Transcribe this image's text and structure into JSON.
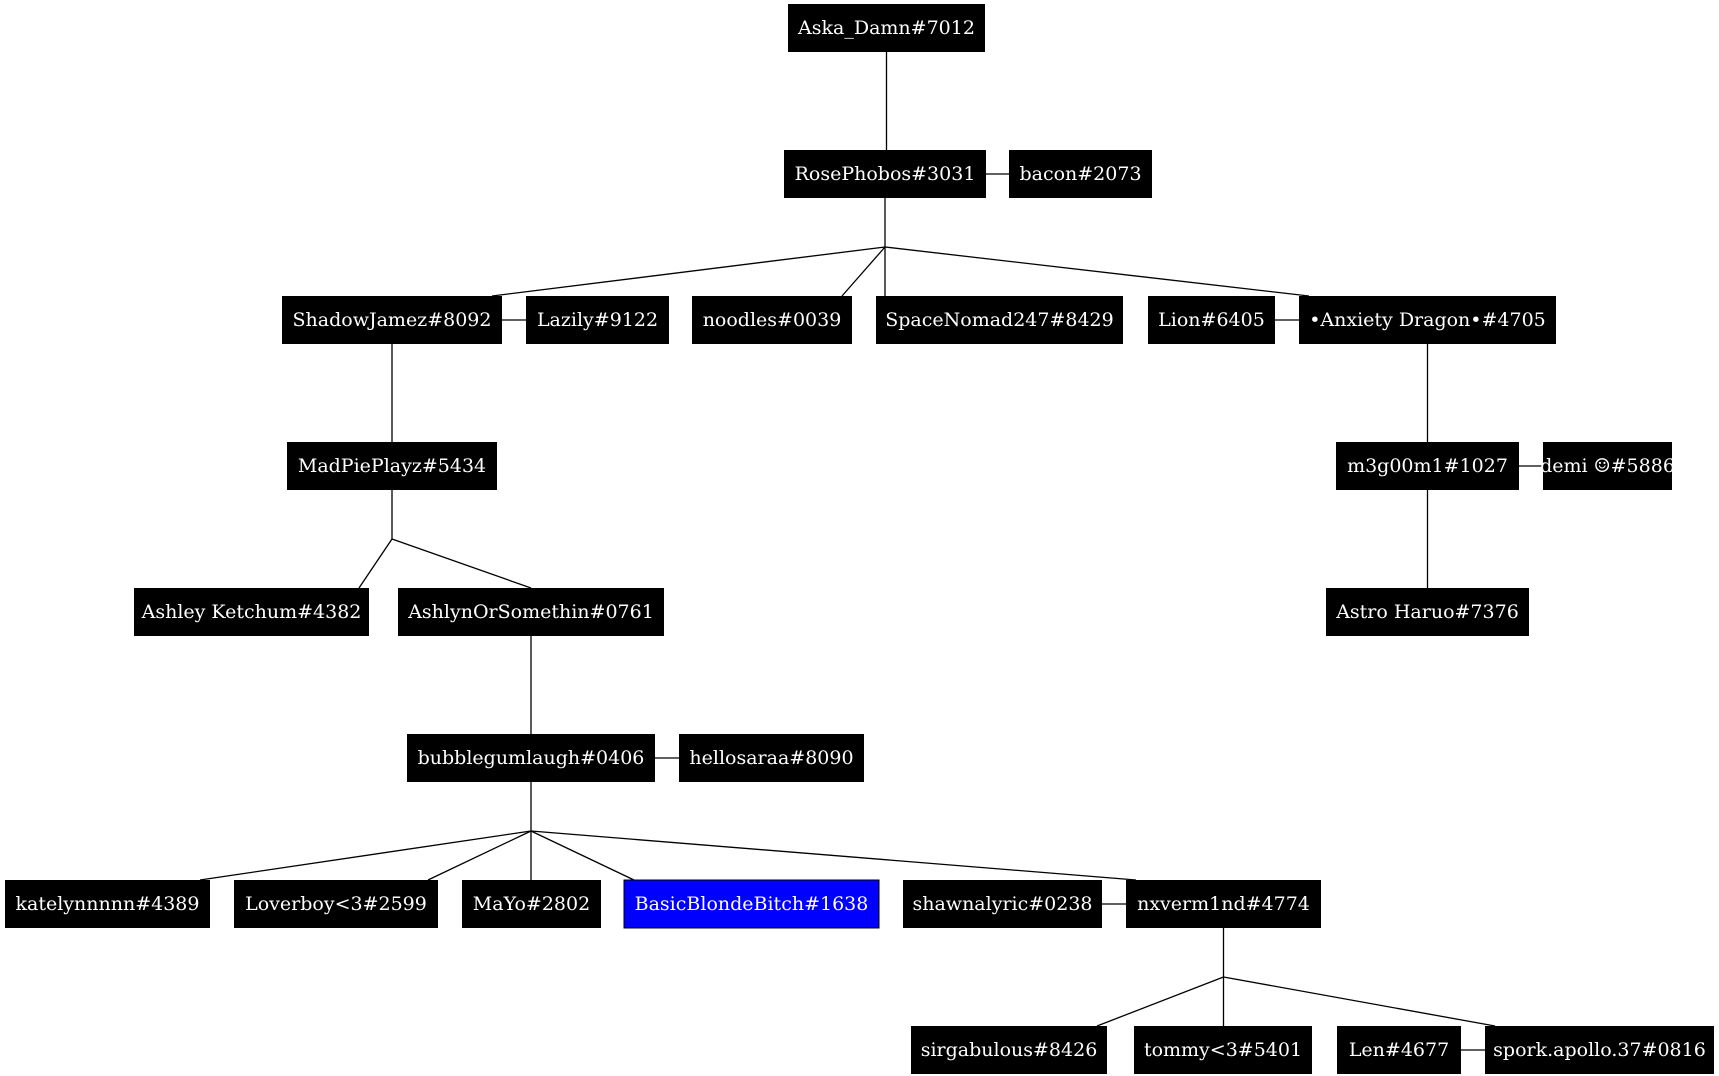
{
  "colors": {
    "background": "#ffffff",
    "node_fill": "#000000",
    "node_text": "#ffffff",
    "highlight_fill": "#0000ff",
    "edge": "#000000"
  },
  "nodes": [
    {
      "id": "aska",
      "label": "Aska_Damn#7012"
    },
    {
      "id": "rose",
      "label": "RosePhobos#3031"
    },
    {
      "id": "bacon",
      "label": "bacon#2073"
    },
    {
      "id": "shadow",
      "label": "ShadowJamez#8092"
    },
    {
      "id": "lazily",
      "label": "Lazily#9122"
    },
    {
      "id": "noodles",
      "label": "noodles#0039"
    },
    {
      "id": "space",
      "label": "SpaceNomad247#8429"
    },
    {
      "id": "lion",
      "label": "Lion#6405"
    },
    {
      "id": "anxiety",
      "label": "•Anxiety Dragon•#4705"
    },
    {
      "id": "madpie",
      "label": "MadPiePlayz#5434"
    },
    {
      "id": "m3g",
      "label": "m3g00m1#1027"
    },
    {
      "id": "demi",
      "label": "demi ☺#5886"
    },
    {
      "id": "ashley",
      "label": "Ashley Ketchum#4382"
    },
    {
      "id": "ashlyn",
      "label": "AshlynOrSomethin#0761"
    },
    {
      "id": "astro",
      "label": "Astro Haruo#7376"
    },
    {
      "id": "bubble",
      "label": "bubblegumlaugh#0406"
    },
    {
      "id": "hello",
      "label": "hellosaraa#8090"
    },
    {
      "id": "kately",
      "label": "katelynnnnn#4389"
    },
    {
      "id": "lover",
      "label": "Loverboy<3#2599"
    },
    {
      "id": "mayo",
      "label": "MaYo#2802"
    },
    {
      "id": "basic",
      "label": "BasicBlondeBitch#1638",
      "highlight": true
    },
    {
      "id": "shawn",
      "label": "shawnalyric#0238"
    },
    {
      "id": "nxverm",
      "label": "nxverm1nd#4774"
    },
    {
      "id": "sirg",
      "label": "sirgabulous#8426"
    },
    {
      "id": "tommy",
      "label": "tommy<3#5401"
    },
    {
      "id": "len",
      "label": "Len#4677"
    },
    {
      "id": "spork",
      "label": "spork.apollo.37#0816"
    }
  ],
  "couples": [
    [
      "rose",
      "bacon"
    ],
    [
      "shadow",
      "lazily"
    ],
    [
      "lion",
      "anxiety"
    ],
    [
      "m3g",
      "demi"
    ],
    [
      "bubble",
      "hello"
    ],
    [
      "shawn",
      "nxverm"
    ],
    [
      "len",
      "spork"
    ]
  ],
  "families": [
    {
      "parent": "aska",
      "children": [
        "rose"
      ]
    },
    {
      "parent": "rose",
      "children": [
        "shadow",
        "noodles",
        "space",
        "anxiety"
      ]
    },
    {
      "parent": "shadow",
      "children": [
        "madpie"
      ]
    },
    {
      "parent": "anxiety",
      "children": [
        "m3g"
      ]
    },
    {
      "parent": "madpie",
      "children": [
        "ashley",
        "ashlyn"
      ]
    },
    {
      "parent": "m3g",
      "children": [
        "astro"
      ]
    },
    {
      "parent": "ashlyn",
      "children": [
        "bubble"
      ]
    },
    {
      "parent": "bubble",
      "children": [
        "kately",
        "lover",
        "mayo",
        "basic",
        "nxverm"
      ]
    },
    {
      "parent": "nxverm",
      "children": [
        "sirg",
        "tommy",
        "spork"
      ]
    }
  ]
}
